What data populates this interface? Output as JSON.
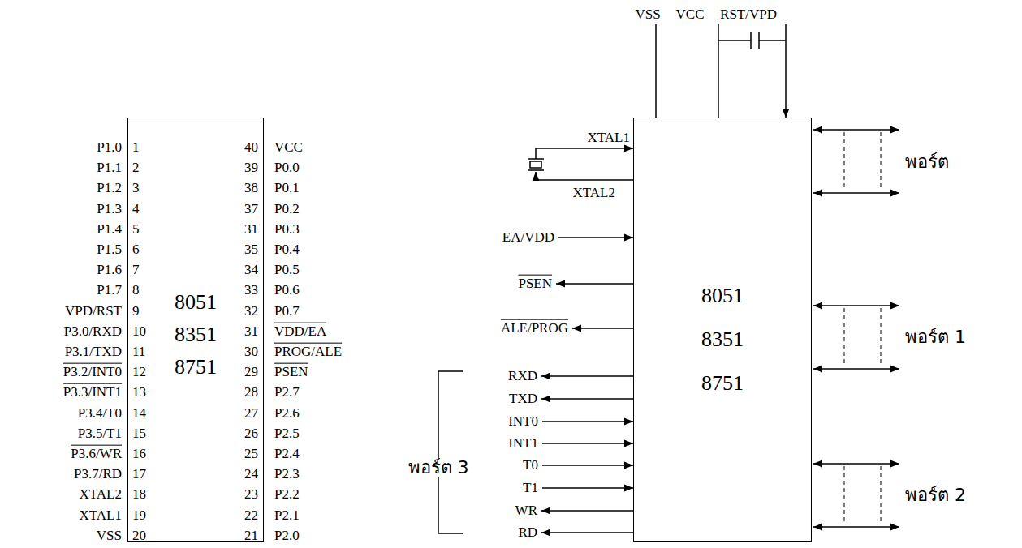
{
  "diagram": {
    "nodes": [
      {
        "text": [
          "8051 8351 8751"
        ]
      },
      {
        "text": [
          "8051 8351 8751"
        ]
      }
    ],
    "labels": [
      "P1.0",
      "P1.1",
      "P1.2",
      "P1.3",
      "P1.4",
      "P1.5",
      "P1.6",
      "P1.7",
      "VPD/RST",
      "P3.0/RXD",
      "P3.1/TXD",
      "P3.2/INT0",
      "P3.3/INT1",
      "P3.4/T0",
      "P3.5/T1",
      "P3.6/WR",
      "P3.7/RD",
      "XTAL2",
      "XTAL1",
      "VSS",
      "1",
      "2",
      "3",
      "4",
      "5",
      "6",
      "7",
      "8",
      "9",
      "10",
      "11",
      "12",
      "13",
      "14",
      "15",
      "16",
      "17",
      "18",
      "19",
      "20",
      "40",
      "39",
      "38",
      "37",
      "31",
      "35",
      "34",
      "33",
      "32",
      "31",
      "30",
      "29",
      "28",
      "27",
      "26",
      "25",
      "24",
      "23",
      "22",
      "21",
      "VCC",
      "P0.0",
      "P0.1",
      "P0.2",
      "P0.3",
      "P0.4",
      "P0.5",
      "P0.6",
      "P0.7",
      "VDD/EA",
      "PROG/ALE",
      "PSEN",
      "P2.7",
      "P2.6",
      "P2.5",
      "P2.4",
      "P2.3",
      "P2.2",
      "P2.1",
      "P2.0",
      "VSS",
      "VCC",
      "RST/VPD",
      "XTAL1",
      "XTAL2",
      "EA/VDD",
      "PSEN",
      "ALE/PROG",
      "RXD",
      "TXD",
      "INT0",
      "INT1",
      "T0",
      "T1",
      "WR",
      "RD",
      "พอร์ต 3",
      "พอร์ต",
      "พอร์ต 1",
      "พอร์ต 2"
    ]
  }
}
